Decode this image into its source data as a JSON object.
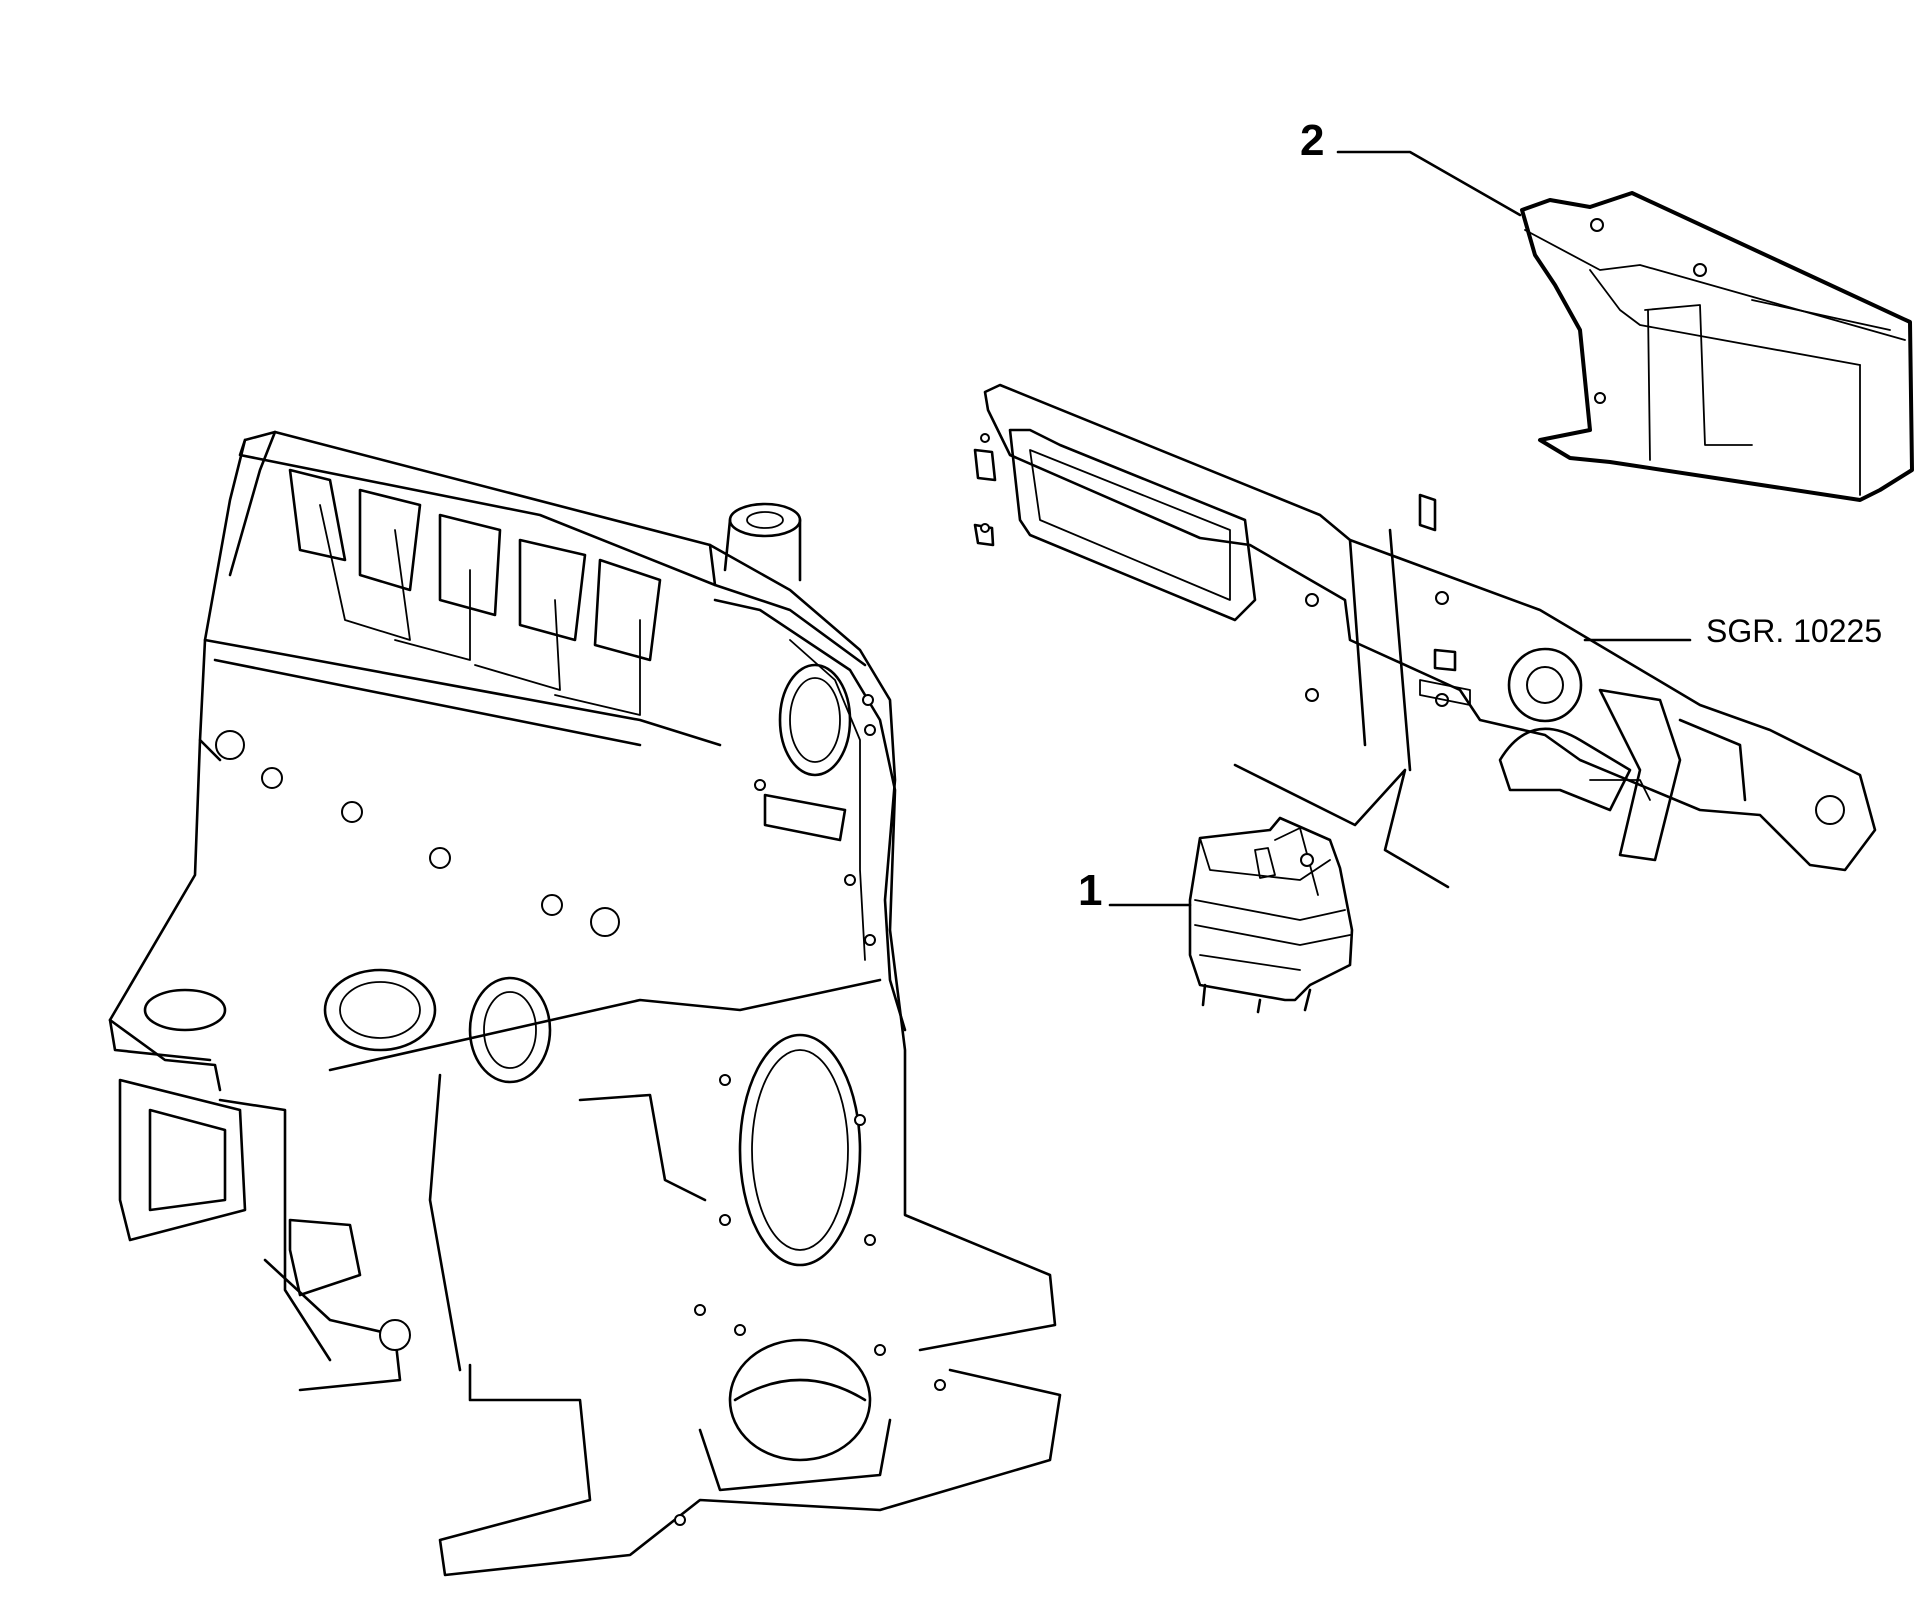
{
  "callouts": [
    {
      "number": "1"
    },
    {
      "number": "2"
    }
  ],
  "reference": "SGR. 10225"
}
